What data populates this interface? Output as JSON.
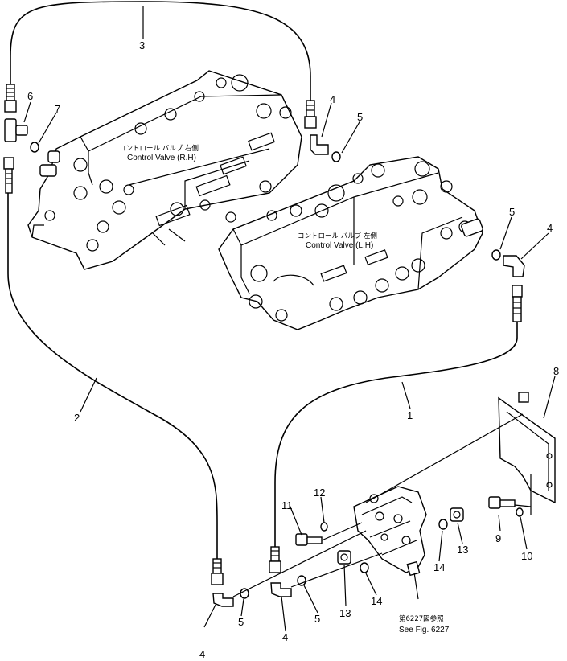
{
  "valves": {
    "rh": {
      "jp": "コントロール バルブ 右側",
      "en": "Control Valve (R.H)"
    },
    "lh": {
      "jp": "コントロール バルブ 左側",
      "en": "Control Valve (L.H)"
    }
  },
  "reference": {
    "jp": "第6227図参照",
    "en": "See Fig. 6227"
  },
  "callouts": {
    "c1": "1",
    "c2": "2",
    "c3": "3",
    "c4a": "4",
    "c4b": "4",
    "c4c": "4",
    "c4d": "4",
    "c5a": "5",
    "c5b": "5",
    "c5c": "5",
    "c5d": "5",
    "c6": "6",
    "c7": "7",
    "c8": "8",
    "c9": "9",
    "c10": "10",
    "c11": "11",
    "c12": "12",
    "c13a": "13",
    "c13b": "13",
    "c14a": "14",
    "c14b": "14"
  }
}
